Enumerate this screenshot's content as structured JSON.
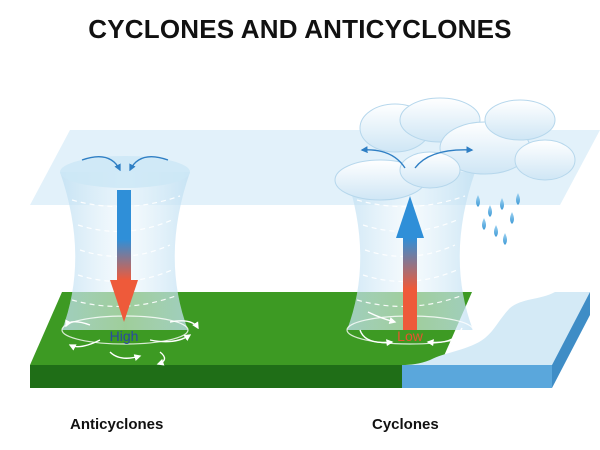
{
  "title": "CYCLONES AND ANTICYCLONES",
  "anticyclone": {
    "caption": "Anticyclones",
    "pressure_label": "High"
  },
  "cyclone": {
    "caption": "Cyclones",
    "pressure_label": "Low"
  },
  "colors": {
    "ground_top": "#3d9a23",
    "ground_front": "#1f6e17",
    "water": "#d4eaf6",
    "water_front": "#5aa7dc",
    "plane": "#cfe8f6",
    "arrow_blue": "#2f8fd8",
    "arrow_red": "#ee5a3a",
    "high_text": "#2a4aa0",
    "low_text": "#e8532f"
  }
}
